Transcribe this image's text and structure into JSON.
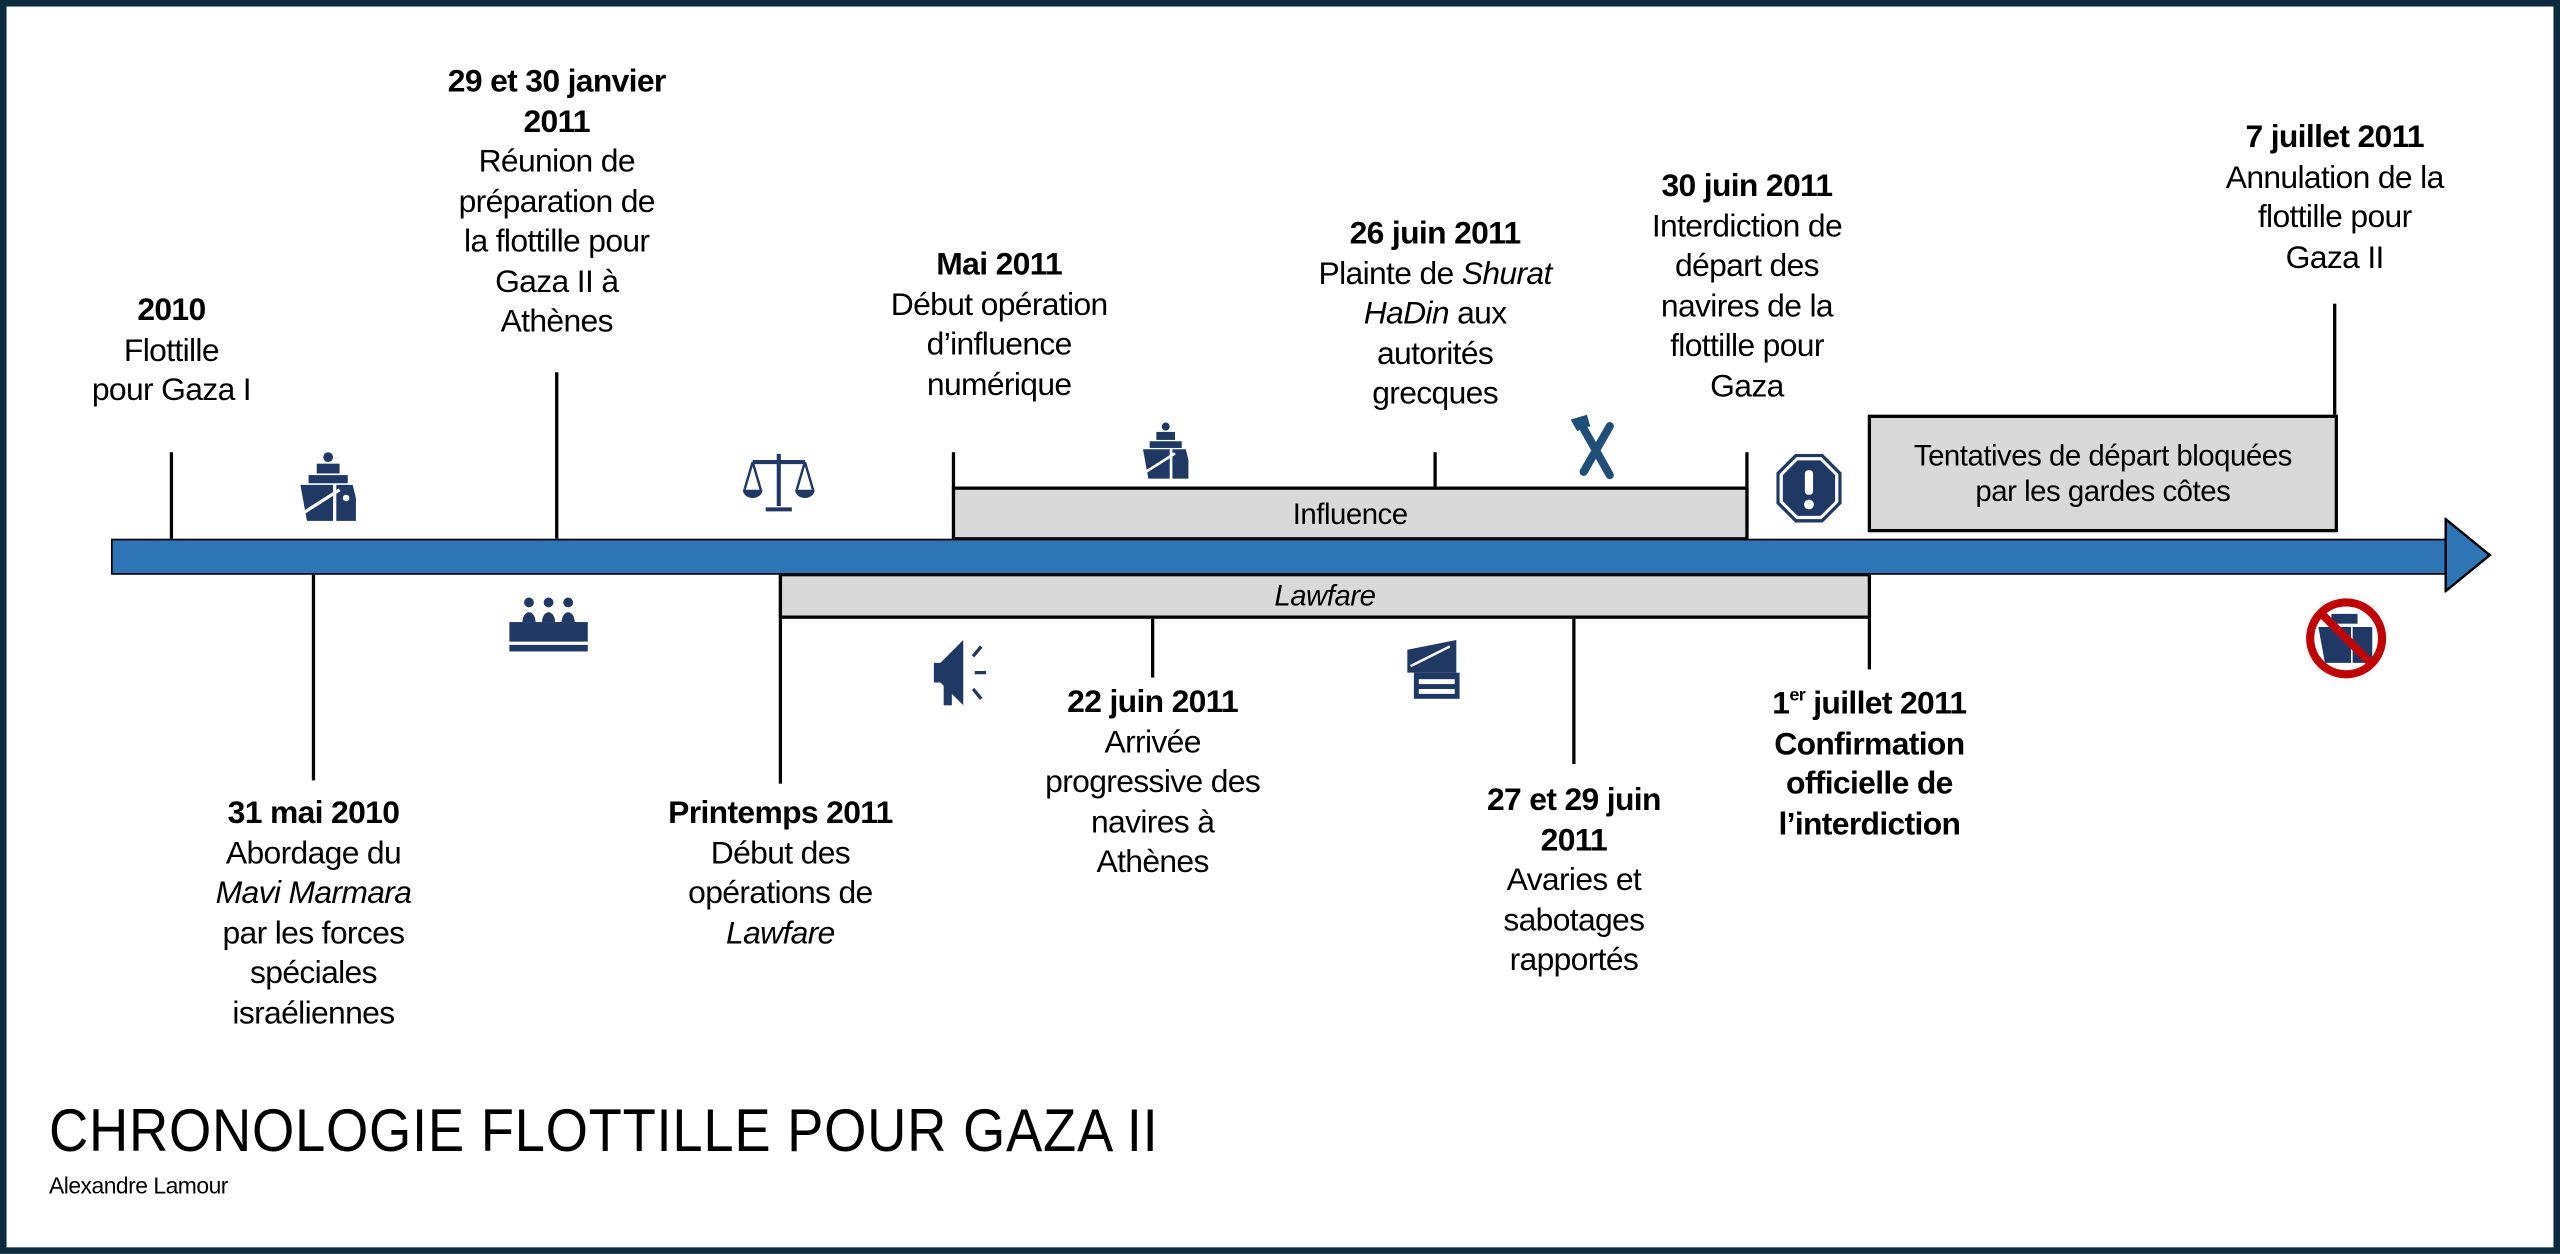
{
  "title": "CHRONOLOGIE FLOTTILLE POUR GAZA II",
  "author": "Alexandre Lamour",
  "colors": {
    "axis": "#2e75b6",
    "period_box": "#d9d9d9",
    "icon": "#1f3864",
    "frame": "#0d2b3e",
    "prohibited": "#c00000"
  },
  "periods": {
    "influence": "Influence",
    "lawfare": "Lawfare",
    "blocked": "Tentatives de départ bloquées par les gardes côtes"
  },
  "icons": [
    "ship-icon",
    "scales-of-justice-icon",
    "ship-icon",
    "tools-icon",
    "stop-warning-icon",
    "meeting-audience-icon",
    "megaphone-icon",
    "documents-icon",
    "no-ship-icon"
  ],
  "events": [
    {
      "lines": [
        [
          {
            "t": "2010",
            "b": true
          }
        ],
        [
          {
            "t": "Flottille"
          }
        ],
        [
          {
            "t": "pour Gaza I"
          }
        ]
      ]
    },
    {
      "lines": [
        [
          {
            "t": "29 et 30 janvier",
            "b": true
          }
        ],
        [
          {
            "t": "2011",
            "b": true
          }
        ],
        [
          {
            "t": "Réunion de"
          }
        ],
        [
          {
            "t": "préparation de"
          }
        ],
        [
          {
            "t": "la flottille pour"
          }
        ],
        [
          {
            "t": "Gaza II à"
          }
        ],
        [
          {
            "t": "Athènes"
          }
        ]
      ]
    },
    {
      "lines": [
        [
          {
            "t": "Mai 2011",
            "b": true
          }
        ],
        [
          {
            "t": "Début opération"
          }
        ],
        [
          {
            "t": "d’influence"
          }
        ],
        [
          {
            "t": "numérique"
          }
        ]
      ]
    },
    {
      "lines": [
        [
          {
            "t": "26 juin 2011",
            "b": true
          }
        ],
        [
          {
            "t": "Plainte de "
          },
          {
            "t": "Shurat",
            "i": true
          }
        ],
        [
          {
            "t": "HaDin",
            "i": true
          },
          {
            "t": " aux"
          }
        ],
        [
          {
            "t": "autorités"
          }
        ],
        [
          {
            "t": "grecques"
          }
        ]
      ]
    },
    {
      "lines": [
        [
          {
            "t": "30 juin 2011",
            "b": true
          }
        ],
        [
          {
            "t": "Interdiction de"
          }
        ],
        [
          {
            "t": "départ des"
          }
        ],
        [
          {
            "t": "navires de la"
          }
        ],
        [
          {
            "t": "flottille pour"
          }
        ],
        [
          {
            "t": "Gaza"
          }
        ]
      ]
    },
    {
      "lines": [
        [
          {
            "t": "7 juillet 2011",
            "b": true
          }
        ],
        [
          {
            "t": "Annulation de la"
          }
        ],
        [
          {
            "t": "flottille pour"
          }
        ],
        [
          {
            "t": "Gaza II"
          }
        ]
      ]
    },
    {
      "lines": [
        [
          {
            "t": "31 mai 2010",
            "b": true
          }
        ],
        [
          {
            "t": "Abordage du"
          }
        ],
        [
          {
            "t": "Mavi Marmara",
            "i": true
          }
        ],
        [
          {
            "t": "par les forces"
          }
        ],
        [
          {
            "t": "spéciales"
          }
        ],
        [
          {
            "t": "israéliennes"
          }
        ]
      ]
    },
    {
      "lines": [
        [
          {
            "t": "Printemps 2011",
            "b": true
          }
        ],
        [
          {
            "t": "Début des"
          }
        ],
        [
          {
            "t": "opérations de"
          }
        ],
        [
          {
            "t": "Lawfare",
            "i": true
          }
        ]
      ]
    },
    {
      "lines": [
        [
          {
            "t": "22 juin 2011",
            "b": true
          }
        ],
        [
          {
            "t": "Arrivée"
          }
        ],
        [
          {
            "t": "progressive des"
          }
        ],
        [
          {
            "t": "navires à"
          }
        ],
        [
          {
            "t": "Athènes"
          }
        ]
      ]
    },
    {
      "lines": [
        [
          {
            "t": "27 et 29 juin",
            "b": true
          }
        ],
        [
          {
            "t": "2011",
            "b": true
          }
        ],
        [
          {
            "t": "Avaries et"
          }
        ],
        [
          {
            "t": "sabotages"
          }
        ],
        [
          {
            "t": "rapportés"
          }
        ]
      ]
    },
    {
      "lines": [
        [
          {
            "t": "1",
            "b": true
          },
          {
            "t": "er",
            "sup": true
          },
          {
            "t": " juillet 2011",
            "b": true
          }
        ],
        [
          {
            "t": "Confirmation",
            "b": true
          }
        ],
        [
          {
            "t": "officielle de",
            "b": true
          }
        ],
        [
          {
            "t": "l’interdiction",
            "b": true
          }
        ]
      ]
    }
  ]
}
